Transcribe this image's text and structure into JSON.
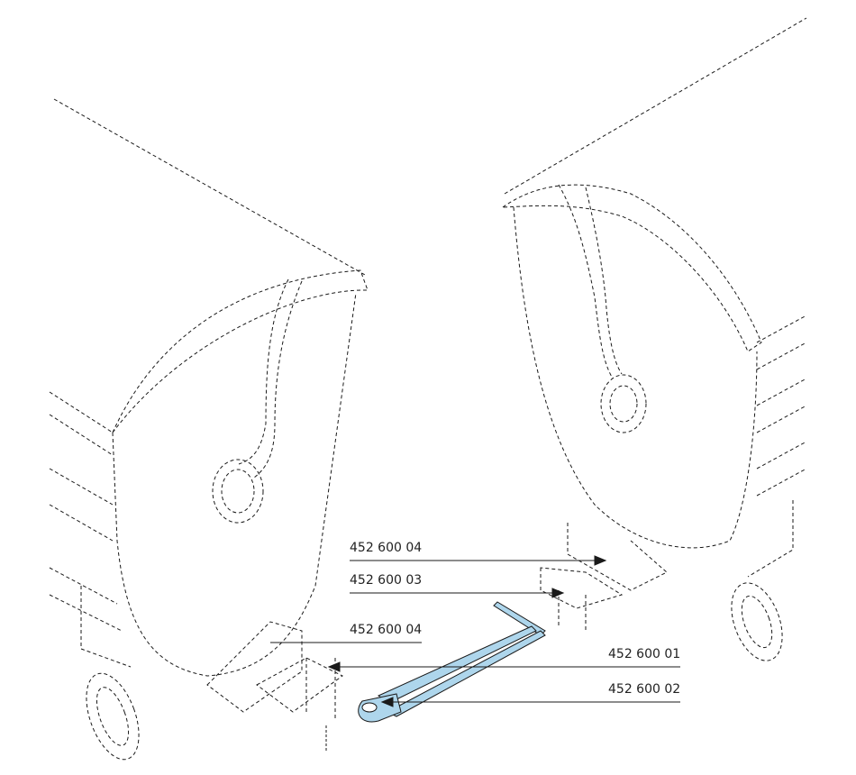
{
  "colors": {
    "part_fill": "#aed6ec",
    "line": "#1a1a1a"
  },
  "callouts": [
    {
      "id": "c1",
      "label": "452 600 04"
    },
    {
      "id": "c2",
      "label": "452 600 03"
    },
    {
      "id": "c3",
      "label": "452 600 04"
    },
    {
      "id": "c4",
      "label": "452 600 01"
    },
    {
      "id": "c5",
      "label": "452 600 02"
    }
  ]
}
